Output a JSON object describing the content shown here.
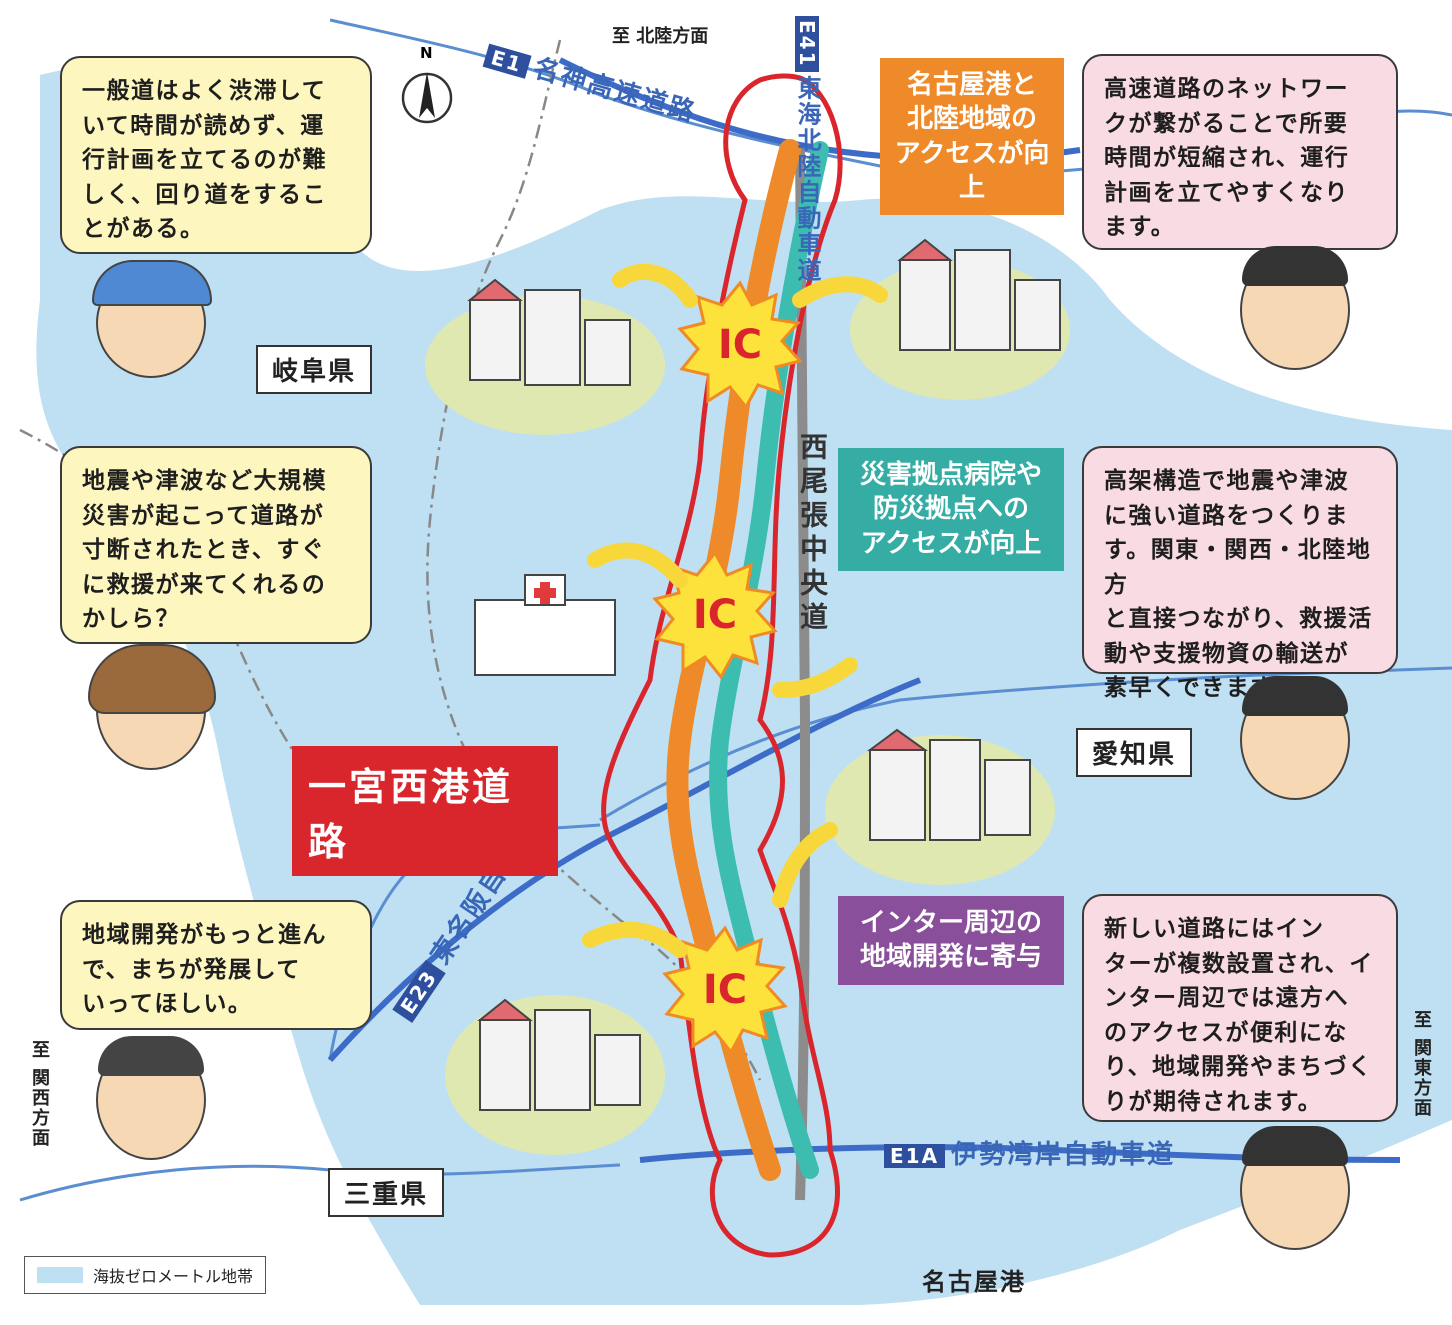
{
  "north_mark": "N",
  "legend": {
    "label": "海抜ゼロメートル地帯",
    "color": "#bfe0f3"
  },
  "directions": {
    "hokuriku": "至 北陸方面",
    "kansai": "至 関西方面",
    "kanto": "至 関東方面"
  },
  "prefectures": {
    "gifu": "岐阜県",
    "aichi": "愛知県",
    "mie": "三重県"
  },
  "port": "名古屋港",
  "main_road": {
    "name": "一宮西港道路",
    "color": "#d9262d"
  },
  "ic_marker": "IC",
  "roads": {
    "meishin": {
      "code": "E1",
      "name": "名神高速道路"
    },
    "tokai_hokuriku": {
      "code": "E41",
      "name": "東海北陸自動車道"
    },
    "higashi_meihan": {
      "code": "E23",
      "name": "東名阪自動車道"
    },
    "isewangan": {
      "code": "E1A",
      "name": "伊勢湾岸自動車道"
    },
    "nishibi": {
      "name": "西尾張中央道"
    }
  },
  "callouts": {
    "access_port": {
      "text": "名古屋港と\n北陸地域の\nアクセスが向上",
      "color": "#ef8a2a"
    },
    "disaster": {
      "text": "災害拠点病院や\n防災拠点への\nアクセスが向上",
      "color": "#35ada4"
    },
    "development": {
      "text": "インター周辺の\n地域開発に寄与",
      "color": "#8a4f9a"
    }
  },
  "bubbles": {
    "worker": "一般道はよく渋滞して\nいて時間が読めず、運\n行計画を立てるのが難\nしく、回り道をするこ\nとがある。",
    "woman": "地震や津波など大規模\n災害が起こって道路が\n寸断されたとき、すぐ\nに救援が来てくれるの\nかしら？",
    "man": "地域開発がもっと進ん\nで、まちが発展して\nいってほしい。",
    "official_1": "高速道路のネットワー\nクが繋がることで所要\n時間が短縮され、運行\n計画を立てやすくなり\nます。",
    "official_2": "高架構造で地震や津波\nに強い道路をつくりま\nす。関東・関西・北陸地方\nと直接つながり、救援活\n動や支援物資の輸送が\n素早くできます。",
    "official_3": "新しい道路にはイン\nターが複数設置され、イ\nンター周辺では遠方へ\nのアクセスが便利にな\nり、地域開発やまちづく\nりが期待されます。"
  }
}
